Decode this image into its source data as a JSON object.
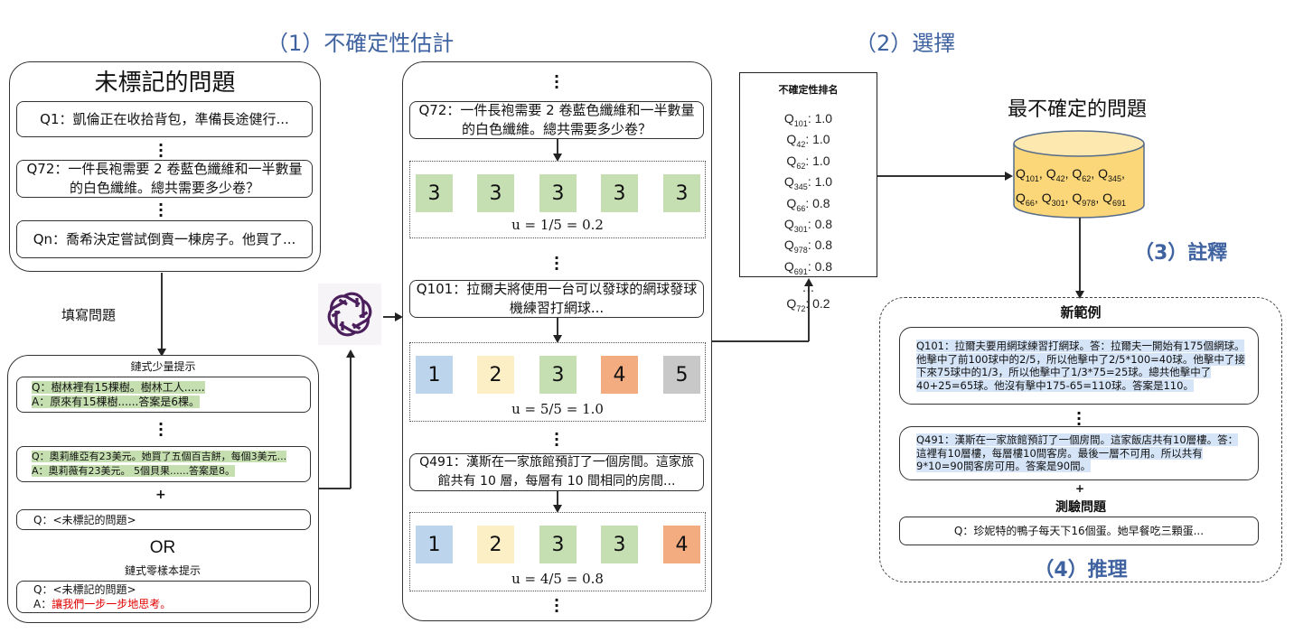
{
  "stages": {
    "estimation": "（1）不確定性估計",
    "selection": "（2）選擇",
    "annotation": "（3）註釋",
    "inference": "（4）推理"
  },
  "unlabeled_panel": {
    "title": "未標記的問題",
    "questions": [
      {
        "id": "Q1",
        "text": "Q1：凱倫正在收拾背包，準備長途健行..."
      },
      {
        "id": "Q72",
        "text": "Q72：一件長袍需要 2 卷藍色纖維和一半數量的白色纖維。總共需要多少卷？"
      },
      {
        "id": "Qn",
        "text": "Qn：喬希決定嘗試倒賣一棟房子。他買了..."
      }
    ]
  },
  "fill_label": "填寫問題",
  "prompt_panel": {
    "few_shot_title": "鏈式少量提示",
    "few_shot_examples": [
      {
        "q": "Q：樹林裡有15棵樹。樹林工人......",
        "a": "A：原來有15棵樹......答案是6棵。"
      },
      {
        "q": "Q：奧莉維亞有23美元。她買了五個百吉餅，每個3美元...",
        "a": "A：奧莉薇有23美元。 5個貝果......答案是8。"
      }
    ],
    "plus": "+",
    "query": "Q：<未標記的問題>",
    "or_label": "OR",
    "zero_shot_title": "鏈式零樣本提示",
    "zero_shot_q": "Q：<未標記的問題>",
    "zero_shot_a_prefix": "A：",
    "zero_shot_a_text": "讓我們一步一步地思考。",
    "zero_shot_a_color": "#e00000"
  },
  "llm_icon": "openai-logo-icon",
  "estimation_panel": {
    "groups": [
      {
        "question": "Q72：一件長袍需要 2 卷藍色纖維和一半數量的白色纖維。總共需要多少卷？",
        "answers": [
          3,
          3,
          3,
          3,
          3
        ],
        "uncertainty": "u = 1/5 = 0.2"
      },
      {
        "question": "Q101：拉爾夫將使用一台可以發球的網球發球機練習打網球...",
        "answers": [
          1,
          2,
          3,
          4,
          5
        ],
        "uncertainty": "u = 5/5 = 1.0"
      },
      {
        "question": "Q491：漢斯在一家旅館預訂了一個房間。這家旅館共有 10 層，每層有 10 間相同的房間...",
        "answers": [
          1,
          2,
          3,
          3,
          4
        ],
        "uncertainty": "u = 4/5 = 0.8"
      }
    ],
    "answer_colors": {
      "1": "#bcd4ec",
      "2": "#fcefc5",
      "3": "#c5dfb3",
      "4": "#f2ac80",
      "5": "#c8c8c8"
    }
  },
  "ranking": {
    "title": "不確定性排名",
    "rows": [
      {
        "q": "Q",
        "sub": "101",
        "val": ": 1.0"
      },
      {
        "q": "Q",
        "sub": "42",
        "val": ": 1.0"
      },
      {
        "q": "Q",
        "sub": "62",
        "val": ": 1.0"
      },
      {
        "q": "Q",
        "sub": "345",
        "val": ": 1.0"
      },
      {
        "q": "Q",
        "sub": "66",
        "val": ": 0.8"
      },
      {
        "q": "Q",
        "sub": "301",
        "val": ": 0.8"
      },
      {
        "q": "Q",
        "sub": "978",
        "val": ": 0.8"
      },
      {
        "q": "Q",
        "sub": "691",
        "val": ": 0.8"
      }
    ],
    "ellipsis": "…",
    "last": {
      "q": "Q",
      "sub": "72",
      "val": ": 0.2"
    }
  },
  "most_uncertain": {
    "title": "最不確定的問題",
    "items_line1": [
      {
        "q": "Q",
        "sub": "101",
        "sep": ", "
      },
      {
        "q": "Q",
        "sub": "42",
        "sep": ", "
      },
      {
        "q": "Q",
        "sub": "62",
        "sep": ", "
      },
      {
        "q": "Q",
        "sub": "345",
        "sep": ","
      }
    ],
    "items_line2": [
      {
        "q": "Q",
        "sub": "66",
        "sep": ", "
      },
      {
        "q": "Q",
        "sub": "301",
        "sep": ", "
      },
      {
        "q": "Q",
        "sub": "978",
        "sep": ", "
      },
      {
        "q": "Q",
        "sub": "691",
        "sep": ""
      }
    ],
    "fill_color": "#fbd779"
  },
  "new_examples": {
    "title": "新範例",
    "examples": [
      "Q101：拉爾夫要用網球練習打網球。答：拉爾夫一開始有175個網球。他擊中了前100球中的2/5，所以他擊中了2/5*100=40球。他擊中了接下來75球中的1/3，所以他擊中了1/3*75=25球。總共他擊中了40+25=65球。他沒有擊中175-65=110球。答案是110。",
      "Q491：漢斯在一家旅館預訂了一個房間。這家飯店共有10層樓。答：這裡有10層樓，每層樓10間客房。最後一層不可用。所以共有9*10=90間客房可用。答案是90間。"
    ],
    "plus": "+",
    "test_title": "測驗問題",
    "test_question": "Q：珍妮特的鴨子每天下16個蛋。她早餐吃三顆蛋..."
  }
}
